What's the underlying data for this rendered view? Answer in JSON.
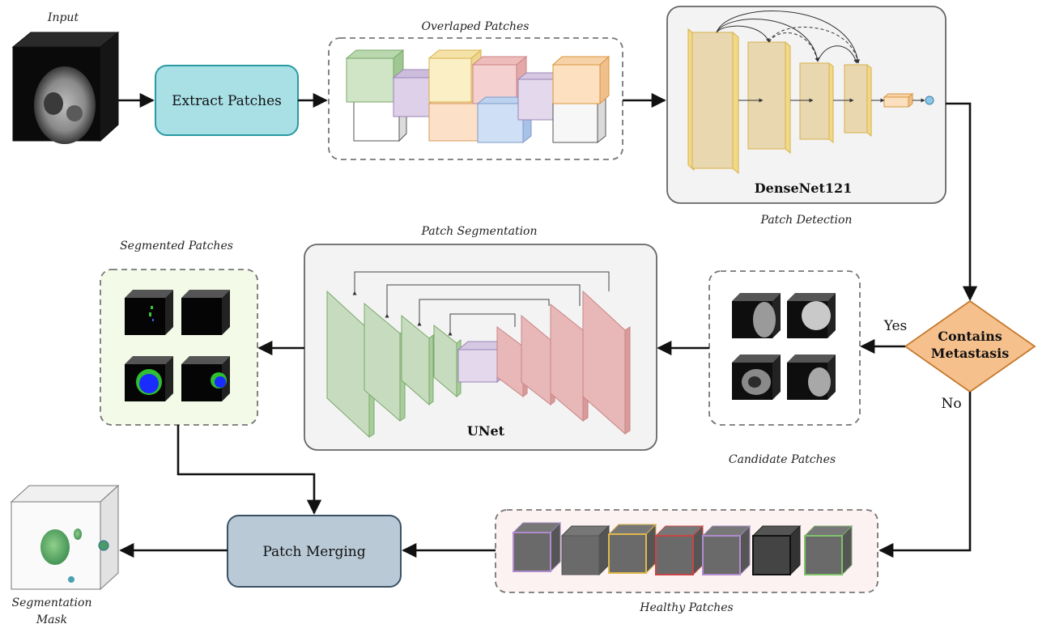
{
  "captions": {
    "input": "Input",
    "overlapped": "Overlaped Patches",
    "patch_detection": "Patch Detection",
    "segmented": "Segmented Patches",
    "patch_segmentation": "Patch Segmentation",
    "candidate": "Candidate Patches",
    "healthy": "Healthy Patches",
    "mask_line1": "Segmentation",
    "mask_line2": "Mask"
  },
  "nodes": {
    "extract": "Extract Patches",
    "densenet": "DenseNet121",
    "unet": "UNet",
    "decision_line1": "Contains",
    "decision_line2": "Metastasis",
    "merging": "Patch Merging"
  },
  "edges": {
    "yes": "Yes",
    "no": "No"
  },
  "colors": {
    "extract_fill": "#a8e0e6",
    "extract_stroke": "#2a9aa3",
    "merge_fill": "#b9c9d6",
    "merge_stroke": "#3b5266",
    "decision_fill": "#f6c08d",
    "decision_stroke": "#c47a2e",
    "densenet_layer": "#e9d7b0",
    "densenet_edge": "#f2d98a",
    "unet_green": "#c7dcbf",
    "unet_red": "#e8b7b7",
    "box_gray": "#f3f3f3",
    "seg_bg": "#f3fbe8",
    "healthy_bg": "#fdf2f2"
  }
}
